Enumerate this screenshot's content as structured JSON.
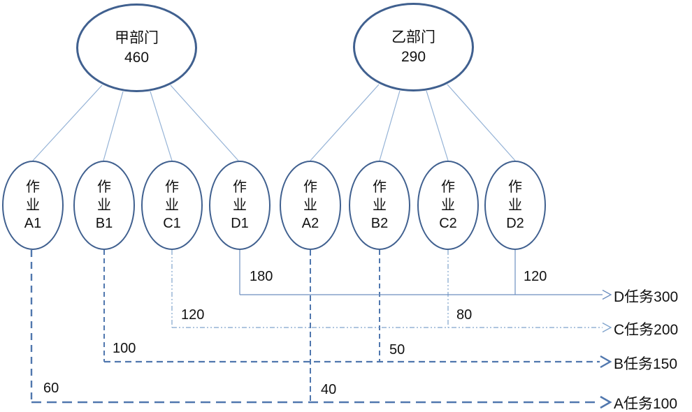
{
  "diagram": {
    "departments": [
      {
        "name": "甲部门",
        "value": "460"
      },
      {
        "name": "乙部门",
        "value": "290"
      }
    ],
    "activities": [
      {
        "word_line1": "作",
        "word_line2": "业",
        "code": "A1",
        "amount": "60"
      },
      {
        "word_line1": "作",
        "word_line2": "业",
        "code": "B1",
        "amount": "100"
      },
      {
        "word_line1": "作",
        "word_line2": "业",
        "code": "C1",
        "amount": "120"
      },
      {
        "word_line1": "作",
        "word_line2": "业",
        "code": "D1",
        "amount": "180"
      },
      {
        "word_line1": "作",
        "word_line2": "业",
        "code": "A2",
        "amount": "40"
      },
      {
        "word_line1": "作",
        "word_line2": "业",
        "code": "B2",
        "amount": "50"
      },
      {
        "word_line1": "作",
        "word_line2": "业",
        "code": "C2",
        "amount": "80"
      },
      {
        "word_line1": "作",
        "word_line2": "业",
        "code": "D2",
        "amount": "120"
      }
    ],
    "tasks": [
      {
        "label": "A任务100"
      },
      {
        "label": "B任务150"
      },
      {
        "label": "C任务200"
      },
      {
        "label": "D任务300"
      }
    ],
    "colors": {
      "node_stroke": "#40608f",
      "connector": "#94b2d6",
      "flow_dash": "#5077ae",
      "flow_solid": "#6c8ebf",
      "flow_dashdot": "#7fa3cc",
      "text": "#111111"
    }
  }
}
